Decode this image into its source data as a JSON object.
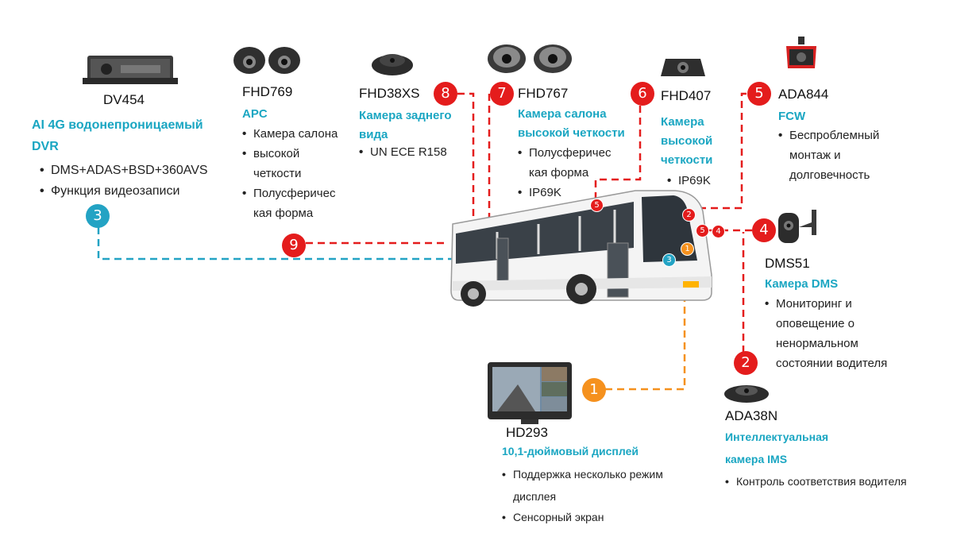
{
  "colors": {
    "red": "#e41c1c",
    "teal": "#23a3c4",
    "orange": "#f5911e",
    "subtitle": "#1aa6c2"
  },
  "dv454": {
    "model": "DV454",
    "title1": "AI 4G водонепроницаемый",
    "title2": "DVR",
    "bullets": [
      "DMS+ADAS+BSD+360AVS",
      "Функция видеозаписи"
    ],
    "badge": "3"
  },
  "fhd769": {
    "model": "FHD769",
    "subtitle": "APC",
    "bullets": [
      "Камера салона высокой четкости",
      "Полусферическая форма"
    ],
    "lines": [
      "Камера салона",
      "высокой",
      "четкости",
      "Полусферичес",
      "кая форма"
    ]
  },
  "fhd38xs": {
    "model": "FHD38XS",
    "subtitle1": "Камера заднего",
    "subtitle2": "вида",
    "bullets": [
      "UN ECE R158"
    ],
    "badge": "8"
  },
  "fhd767": {
    "model": "FHD767",
    "subtitle1": "Камера салона",
    "subtitle2": "высокой четкости",
    "lines": [
      "Полусферичес",
      "кая форма",
      "IP69K"
    ],
    "badge": "7"
  },
  "fhd407": {
    "model": "FHD407",
    "subtitle1": "Камера",
    "subtitle2": "высокой",
    "subtitle3": "четкости",
    "bullets": [
      "IP69K"
    ],
    "badge": "6"
  },
  "ada844": {
    "model": "ADA844",
    "subtitle": "FCW",
    "lines": [
      "Беспроблемный",
      "монтаж и",
      "долговечность"
    ],
    "badge": "5"
  },
  "dms51": {
    "model": "DMS51",
    "subtitle": "Камера DMS",
    "lines": [
      "Мониторинг и",
      "оповещение о",
      "ненормальном",
      "состоянии водителя"
    ],
    "badge": "4"
  },
  "ada38n": {
    "model": "ADA38N",
    "subtitle1": "Интеллектуальная",
    "subtitle2": "камера IMS",
    "bullets": [
      "Контроль соответствия водителя"
    ],
    "badge": "2"
  },
  "hd293": {
    "model": "HD293",
    "subtitle": "10,1-дюймовый дисплей",
    "lines": [
      "Поддержка несколько режим",
      "дисплея",
      "Сенсорный экран"
    ],
    "badge": "1"
  },
  "line9_badge": "9",
  "bus_markers": [
    "5",
    "2",
    "5",
    "4",
    "1",
    "3"
  ]
}
